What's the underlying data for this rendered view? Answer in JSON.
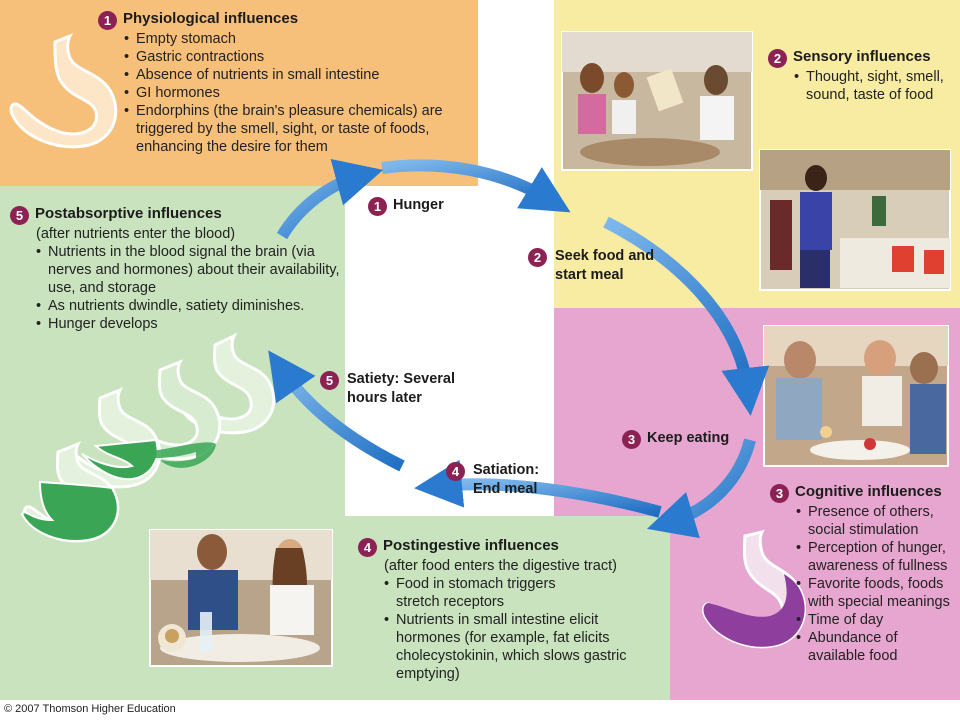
{
  "panels": {
    "physiological": {
      "num": "1",
      "title": "Physiological influences",
      "items": [
        "Empty stomach",
        "Gastric contractions",
        "Absence of nutrients in small intestine",
        "GI hormones",
        "Endorphins (the brain's pleasure chemicals) are triggered by the smell, sight, or taste of foods, enhancing the desire for them"
      ]
    },
    "sensory": {
      "num": "2",
      "title": "Sensory influences",
      "items": [
        "Thought, sight, smell, sound, taste of food"
      ]
    },
    "cognitive": {
      "num": "3",
      "title": "Cognitive influences",
      "items": [
        "Presence of others, social stimulation",
        "Perception of hunger, awareness of fullness",
        "Favorite foods, foods with special meanings",
        "Time of day",
        "Abundance of available food"
      ]
    },
    "postingestive": {
      "num": "4",
      "title": "Postingestive influences",
      "subtitle": "(after food enters the digestive tract)",
      "items": [
        "Food in stomach triggers stretch receptors",
        "Nutrients in small intestine elicit hormones (for example, fat elicits cholecystokinin, which slows gastric emptying)"
      ]
    },
    "postabsorptive": {
      "num": "5",
      "title": "Postabsorptive influences",
      "subtitle": "(after nutrients enter the blood)",
      "items": [
        "Nutrients in the blood signal the brain (via nerves and hormones) about their availability, use, and storage",
        "As nutrients dwindle, satiety diminishes.",
        "Hunger develops"
      ]
    }
  },
  "steps": [
    {
      "num": "1",
      "label": "Hunger"
    },
    {
      "num": "2",
      "label": "Seek food and start meal"
    },
    {
      "num": "3",
      "label": "Keep eating"
    },
    {
      "num": "4",
      "label": "Satiation: End meal"
    },
    {
      "num": "5",
      "label": "Satiety: Several hours later"
    }
  ],
  "footer": {
    "copyright": "© 2007 Thomson Higher Education"
  },
  "colors": {
    "physiological_bg": "#f7c07a",
    "sensory_bg": "#f8eca3",
    "cognitive_bg": "#e6a6cf",
    "post_bg": "#c8e3bd",
    "arrow": "#2f7fd0",
    "number_badge": "#8c2154",
    "stomach_green": "#3aa655",
    "stomach_purple": "#8e3f9e"
  }
}
